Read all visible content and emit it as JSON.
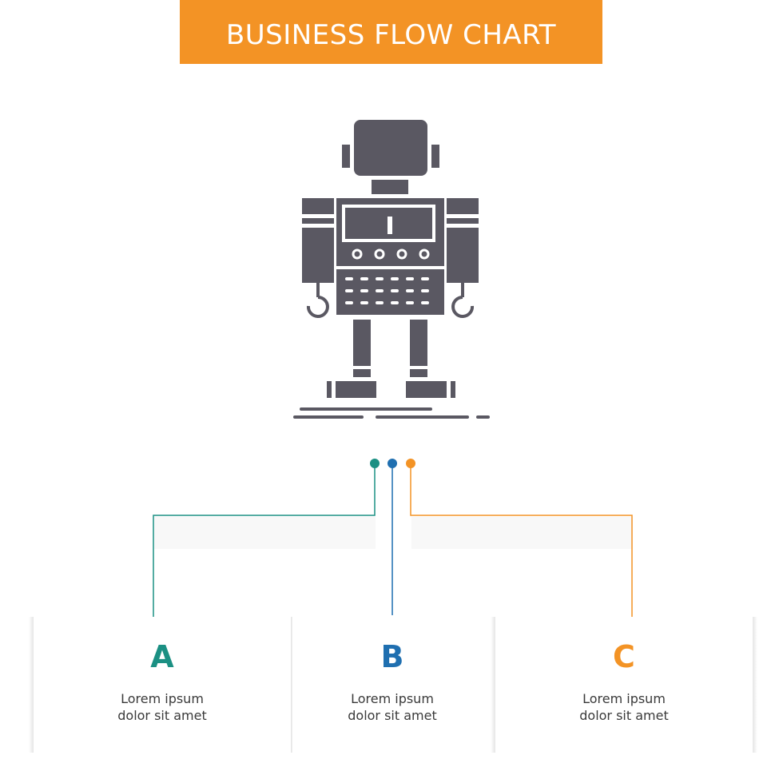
{
  "title": "BUSINESS FLOW CHART",
  "colors": {
    "banner": "#f39325",
    "icon": "#5a5862",
    "teal": "#1b9083",
    "blue": "#1f6fb0",
    "orange": "#f39325"
  },
  "icon": "robot-icon",
  "steps": [
    {
      "letter": "A",
      "line1": "Lorem ipsum",
      "line2": "dolor sit amet",
      "color": "#1b9083"
    },
    {
      "letter": "B",
      "line1": "Lorem ipsum",
      "line2": "dolor sit amet",
      "color": "#1f6fb0"
    },
    {
      "letter": "C",
      "line1": "Lorem ipsum",
      "line2": "dolor sit amet",
      "color": "#f39325"
    }
  ]
}
